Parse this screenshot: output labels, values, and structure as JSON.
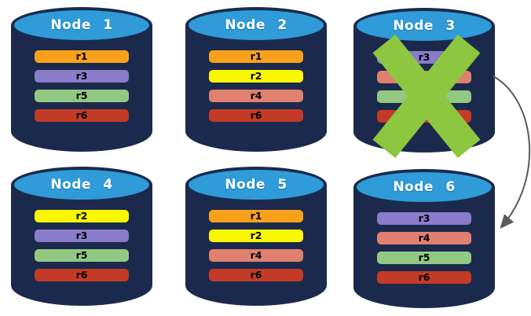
{
  "diagram": {
    "description": "Replica distribution across database nodes; Node 3 failed, arrow points to Node 6",
    "cylinder_colors": {
      "body": "#1B2A4C",
      "top": "#2F9BD8",
      "title_text": "#FFFFFF"
    },
    "failure_mark": {
      "shape": "x-mark",
      "color": "#8DC63F",
      "on_node": "Node 3"
    },
    "arrow": {
      "from": "Node 3",
      "to": "Node 6",
      "color": "#5A5A5A"
    },
    "replica_colors": {
      "r1": "#F9A11B",
      "r2": "#FAF800",
      "r3": "#8A7CC9",
      "r4": "#E0816F",
      "r5": "#92C982",
      "r6": "#C33B26"
    },
    "nodes": [
      {
        "label": "Node 1",
        "failed": false,
        "replicas": [
          {
            "name": "r1",
            "color": "#F9A11B"
          },
          {
            "name": "r3",
            "color": "#8A7CC9"
          },
          {
            "name": "r5",
            "color": "#92C982"
          },
          {
            "name": "r6",
            "color": "#C33B26"
          }
        ]
      },
      {
        "label": "Node 2",
        "failed": false,
        "replicas": [
          {
            "name": "r1",
            "color": "#F9A11B"
          },
          {
            "name": "r2",
            "color": "#FAF800"
          },
          {
            "name": "r4",
            "color": "#E0816F"
          },
          {
            "name": "r6",
            "color": "#C33B26"
          }
        ]
      },
      {
        "label": "Node 3",
        "failed": true,
        "replicas": [
          {
            "name": "r3",
            "color": "#8A7CC9"
          },
          {
            "name": "r4",
            "color": "#E0816F"
          },
          {
            "name": "r5",
            "color": "#92C982"
          },
          {
            "name": "r6",
            "color": "#C33B26"
          }
        ]
      },
      {
        "label": "Node 4",
        "failed": false,
        "replicas": [
          {
            "name": "r2",
            "color": "#FAF800"
          },
          {
            "name": "r3",
            "color": "#8A7CC9"
          },
          {
            "name": "r5",
            "color": "#92C982"
          },
          {
            "name": "r6",
            "color": "#C33B26"
          }
        ]
      },
      {
        "label": "Node 5",
        "failed": false,
        "replicas": [
          {
            "name": "r1",
            "color": "#F9A11B"
          },
          {
            "name": "r2",
            "color": "#FAF800"
          },
          {
            "name": "r4",
            "color": "#E0816F"
          },
          {
            "name": "r6",
            "color": "#C33B26"
          }
        ]
      },
      {
        "label": "Node 6",
        "failed": false,
        "replicas": [
          {
            "name": "r3",
            "color": "#8A7CC9"
          },
          {
            "name": "r4",
            "color": "#E0816F"
          },
          {
            "name": "r5",
            "color": "#92C982"
          },
          {
            "name": "r6",
            "color": "#C33B26"
          }
        ]
      }
    ]
  }
}
